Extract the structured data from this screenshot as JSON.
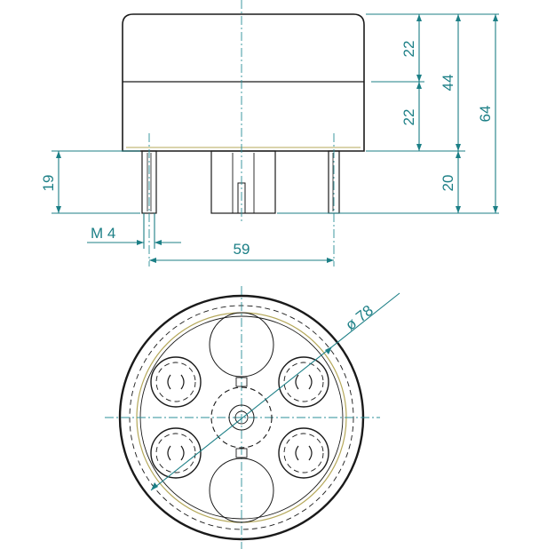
{
  "dimensions": {
    "top_height": "22",
    "middle_height": "22",
    "body_height": "44",
    "total_height": "64",
    "pin_length": "20",
    "left_pin_length": "19",
    "thread": "M 4",
    "pin_spacing": "59",
    "diameter": "ø 78"
  },
  "colors": {
    "dimension": "#1c7f86",
    "part": "#1a1a1a",
    "accent": "#b5a85a"
  }
}
